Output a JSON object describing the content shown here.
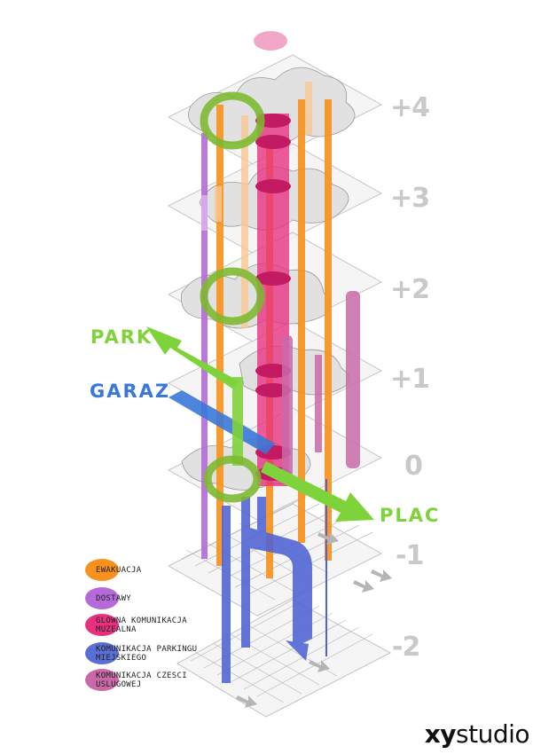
{
  "floors": [
    {
      "label": "+4"
    },
    {
      "label": "+3"
    },
    {
      "label": "+2"
    },
    {
      "label": "+1"
    },
    {
      "label": "0"
    },
    {
      "label": "-1"
    },
    {
      "label": "-2"
    }
  ],
  "flows": {
    "park": "PARK",
    "garaz": "GARAZ",
    "plac": "PLAC"
  },
  "legend": [
    {
      "text": "EWAKUACJA",
      "color": "#f7921e"
    },
    {
      "text": "DOSTAWY",
      "color": "#b46ad9"
    },
    {
      "text": "GLOWNA KOMUNIKACJA\nMUZEALNA",
      "color": "#e8307f"
    },
    {
      "text": "KOMUNIKACJA PARKINGU\nMIEJSKIEGO",
      "color": "#5a6fd6"
    },
    {
      "text": "KOMUNIKACJA CZESCI\nUSLUGOWEJ",
      "color": "#c96aa8"
    }
  ],
  "logo": {
    "bold": "xy",
    "regular": "studio"
  },
  "colors": {
    "ewakuacja": "#f7921e",
    "dostawy": "#b46ad9",
    "muzealna": "#e8307f",
    "parking": "#4f63d6",
    "uslugowa": "#c96aa8",
    "park_arrow": "#7fd33a",
    "garaz_arrow": "#3a78d8",
    "spiral": "#7cb82f",
    "floor_label": "#c9c9c9"
  }
}
